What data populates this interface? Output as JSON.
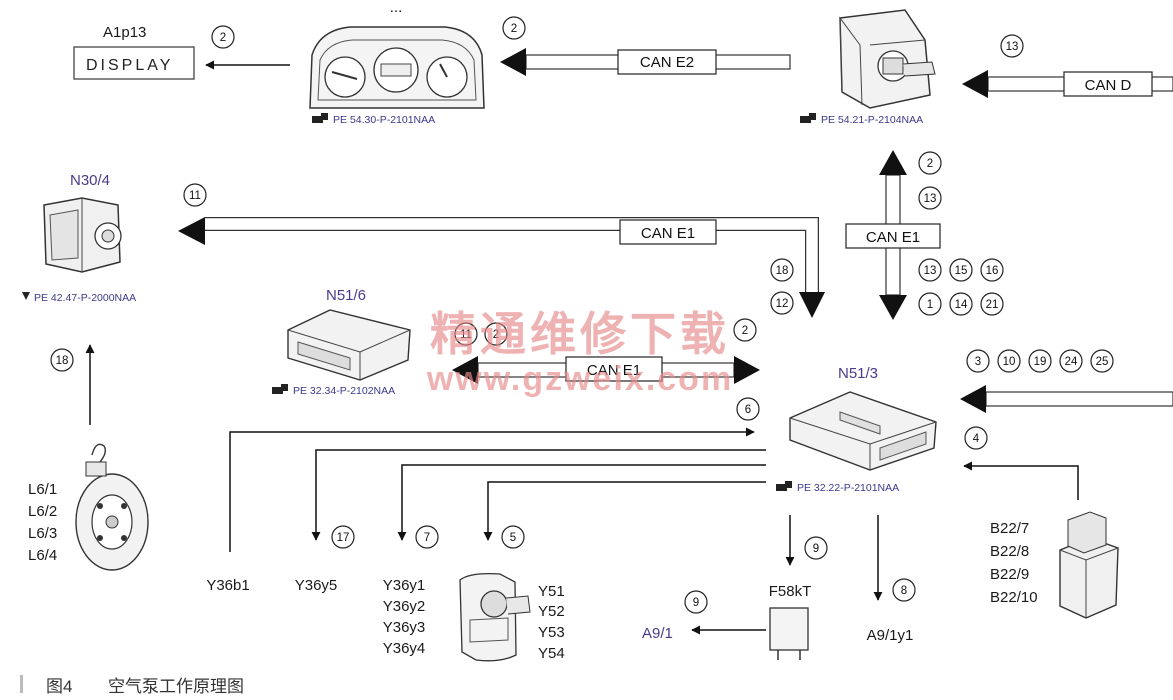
{
  "components": {
    "a1p13": {
      "label": "A1p13",
      "display_text": "DISPLAY"
    },
    "cluster": {
      "label": "...",
      "ref": "PE 54.30-P-2101NAA"
    },
    "ezs": {
      "ref": "PE 54.21-P-2104NAA"
    },
    "n30_4": {
      "label": "N30/4",
      "ref": "PE 42.47-P-2000NAA"
    },
    "n51_6": {
      "label": "N51/6",
      "ref": "PE 32.34-P-2102NAA"
    },
    "n51_3": {
      "label": "N51/3",
      "ref": "PE 32.22-P-2101NAA"
    },
    "l6": {
      "labels": [
        "L6/1",
        "L6/2",
        "L6/3",
        "L6/4"
      ]
    },
    "b22": {
      "labels": [
        "B22/7",
        "B22/8",
        "B22/9",
        "B22/10"
      ]
    },
    "y36b1": {
      "label": "Y36b1"
    },
    "y36y5": {
      "label": "Y36y5"
    },
    "y36y": {
      "labels": [
        "Y36y1",
        "Y36y2",
        "Y36y3",
        "Y36y4"
      ]
    },
    "y5x": {
      "labels": [
        "Y51",
        "Y52",
        "Y53",
        "Y54"
      ]
    },
    "f58kt": {
      "label": "F58kT"
    },
    "a9_1": {
      "label": "A9/1"
    },
    "a9_1y1": {
      "label": "A9/1y1"
    }
  },
  "buses": {
    "can_e2": "CAN E2",
    "can_d": "CAN D",
    "can_e1_left": "CAN E1",
    "can_e1_vert": "CAN E1",
    "can_e1_mid": "CAN E1"
  },
  "signals": {
    "s_disp": "2",
    "s_e2": "2",
    "s_d": "13",
    "s_v1": "2",
    "s_v2": "13",
    "s_v3": "13",
    "s_v4": "15",
    "s_v5": "16",
    "s_v6": "1",
    "s_v7": "14",
    "s_v8": "21",
    "s_n30": "11",
    "s_18a": "18",
    "s_12": "12",
    "s_mid11": "11",
    "s_mid2a": "2",
    "s_mid2b": "2",
    "s_r1": "3",
    "s_r2": "10",
    "s_r3": "19",
    "s_r4": "24",
    "s_r5": "25",
    "s_4": "4",
    "s_6": "6",
    "s_17": "17",
    "s_7": "7",
    "s_5": "5",
    "s_9a": "9",
    "s_9b": "9",
    "s_8": "8",
    "s_18b": "18"
  },
  "watermark": {
    "line1": "精通维修下载",
    "line2": "www.gzweix.com"
  },
  "caption": {
    "figure": "图4",
    "title": "空气泵工作原理图"
  }
}
